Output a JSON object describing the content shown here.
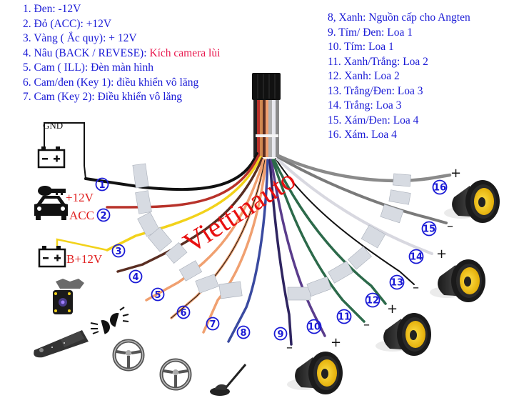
{
  "title": "Sơ đồ dây giắc nguồn màn hình Android",
  "watermark": "Viettinauto",
  "legend_left": [
    {
      "text": "1. Đen: -12V"
    },
    {
      "text": "2. Đỏ (ACC): +12V"
    },
    {
      "text": "3. Vàng ( Ắc quy): + 12V"
    },
    {
      "text": "4. Nâu (BACK / REVESE): ",
      "highlight": "Kích camera lùi"
    },
    {
      "text": "5. Cam ( ILL): Đèn màn hình"
    },
    {
      "text": "6. Cam/đen (Key 1): điều khiển vô lăng"
    },
    {
      "text": "7. Cam (Key 2): Điều khiển vô lăng"
    }
  ],
  "legend_right": [
    {
      "text": "8, Xanh:  Nguồn cấp cho Angten"
    },
    {
      "text": "9. Tím/ Đen: Loa 1"
    },
    {
      "text": "10. Tím: Loa 1"
    },
    {
      "text": "11. Xanh/Trắng: Loa 2"
    },
    {
      "text": "12. Xanh: Loa 2"
    },
    {
      "text": "13. Trắng/Đen: Loa 3"
    },
    {
      "text": "14. Trắng: Loa 3"
    },
    {
      "text": "15. Xám/Đen: Loa 4"
    },
    {
      "text": "16. Xám. Loa 4"
    }
  ],
  "labels": {
    "gnd": "GND",
    "acc_plus": "+12V",
    "acc": "ACC",
    "battery": "B+12V",
    "plus": "+",
    "minus": "–"
  },
  "wire_numbers": [
    "1",
    "2",
    "3",
    "4",
    "5",
    "6",
    "7",
    "8",
    "9",
    "10",
    "11",
    "12",
    "13",
    "14",
    "15",
    "16"
  ],
  "colors": {
    "legend_text": "#1a1ad6",
    "highlight_text": "#e8174d",
    "label_red": "#e02020",
    "watermark": "#e81010",
    "wire_black": "#111111",
    "wire_red": "#b8322a",
    "wire_yellow": "#f2d21a",
    "wire_brown": "#5a2e22",
    "wire_orange": "#f0a070",
    "wire_blue": "#3a4aa0",
    "wire_purple": "#5a3c8c",
    "wire_green": "#2c6a4a",
    "wire_white": "#e8e8ee",
    "wire_gray": "#8a8a8a",
    "speaker_cone": "#f2c81a"
  },
  "icons": [
    "battery-icon",
    "key-icon",
    "car-icon",
    "backup-camera-icon",
    "headlight-icon",
    "light-switch-stalk-icon",
    "steering-wheel-icon",
    "antenna-icon",
    "speaker-icon"
  ]
}
